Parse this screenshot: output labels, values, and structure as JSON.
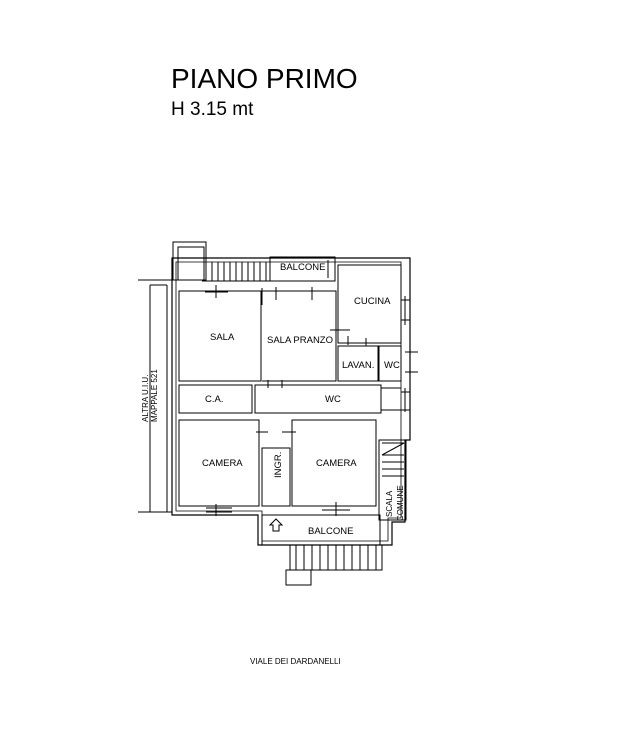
{
  "title": "PIANO PRIMO",
  "subtitle": "H 3.15 mt",
  "street": "VIALE DEI DARDANELLI",
  "neighbor_label": [
    "ALTRA U.I.U.",
    "MAPPALE 521"
  ],
  "rooms": {
    "balcone_top": "BALCONE",
    "cucina": "CUCINA",
    "sala": "SALA",
    "sala_pranzo": "SALA PRANZO",
    "lavanderia": "LAVAN.",
    "wc_small": "WC",
    "ca": "C.A.",
    "wc_corridor": "WC",
    "camera_left": "CAMERA",
    "ingresso": "INGR.",
    "camera_right": "CAMERA",
    "scala_comune": [
      "SCALA",
      "COMUNE"
    ],
    "balcone_bottom": "BALCONE"
  }
}
